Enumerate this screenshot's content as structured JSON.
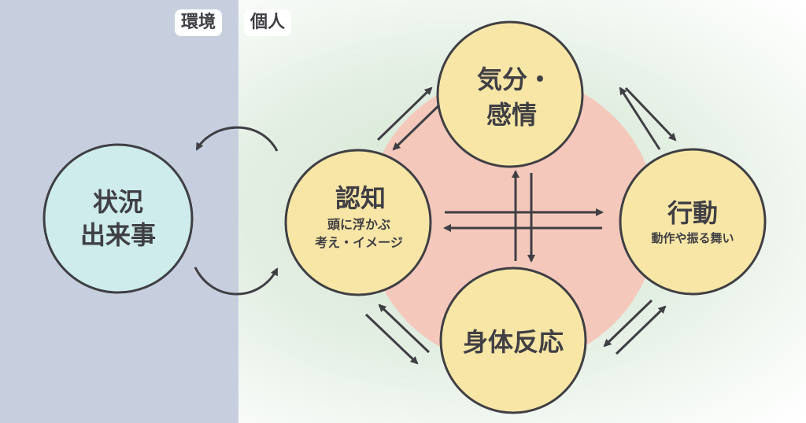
{
  "labels": {
    "environment": "環境",
    "individual": "個人"
  },
  "nodes": {
    "situation": {
      "line1": "状況",
      "line2": "出来事"
    },
    "cognition": {
      "title": "認知",
      "sub1": "頭に浮かぶ",
      "sub2": "考え・イメージ"
    },
    "mood": {
      "line1": "気分・",
      "line2": "感情"
    },
    "behavior": {
      "title": "行動",
      "sub": "動作や振る舞い"
    },
    "body": {
      "title": "身体反応"
    }
  },
  "colors": {
    "env": "#c7cfdf",
    "situation": "#cdeceb",
    "node": "#f8e6a6",
    "core": "#f4c9bb",
    "ink": "#3f3f44"
  }
}
